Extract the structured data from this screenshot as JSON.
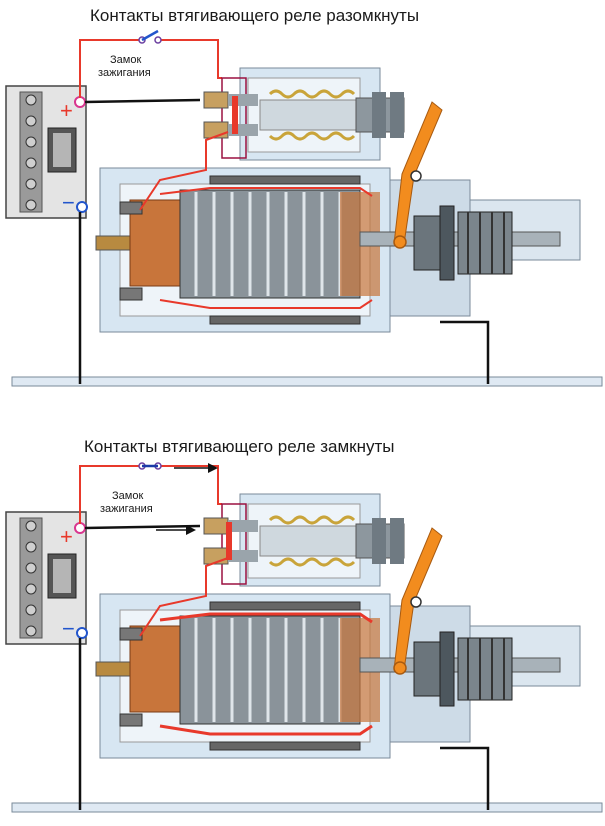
{
  "panels": [
    {
      "title": "Контакты втягивающего реле разомкнуты",
      "switch_label_line1": "Замок",
      "switch_label_line2": "зажигания",
      "plus_sign": "+",
      "minus_sign": "−"
    },
    {
      "title": "Контакты втягивающего реле замкнуты",
      "switch_label_line1": "Замок",
      "switch_label_line2": "зажигания",
      "plus_sign": "+",
      "minus_sign": "−"
    }
  ],
  "colors": {
    "wire_red": "#e8392b",
    "wire_black": "#111111",
    "lever_orange": "#f28c1e",
    "housing_blue": "#cfe0ee",
    "copper": "#c8753b",
    "battery_gray": "#8a8a8a",
    "terminal_pink": "#d9368f",
    "terminal_blue": "#2255cc"
  },
  "icons": [
    "battery-icon",
    "ignition-switch-icon",
    "starter-motor-icon",
    "solenoid-icon",
    "armature-icon",
    "pinion-gear-icon",
    "lever-icon",
    "arrow-right-icon"
  ]
}
